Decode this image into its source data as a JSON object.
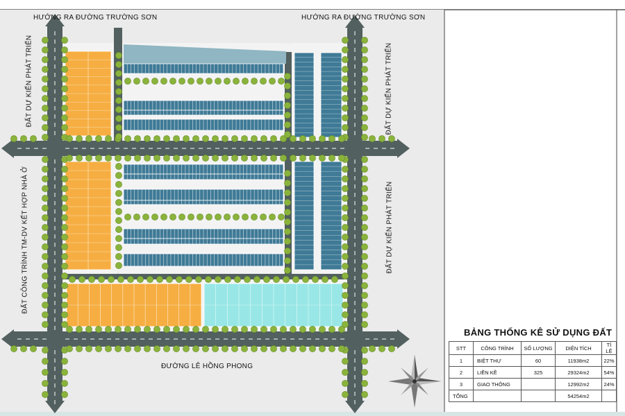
{
  "road_labels": {
    "top_left": "HƯỚNG RA ĐƯỜNG TRƯỜNG SƠN",
    "top_right": "HƯỚNG RA ĐƯỜNG TRƯỜNG SƠN",
    "bottom": "ĐƯỜNG LÊ HỒNG PHONG"
  },
  "area_labels": {
    "left_top": "ĐẤT DỰ KIẾN PHÁT TRIỂN",
    "left_bottom": "ĐẤT CÔNG TRÌNH TM-DV KẾT HỢP NHÀ Ở",
    "right_top": "ĐẤT DỰ KIẾN PHÁT TRIỂN",
    "right_bottom": "ĐẤT DỰ KIẾN PHÁT TRIỂN"
  },
  "colors": {
    "road": "#52605f",
    "road_marking": "#ffffff",
    "villa": "#f6ae42",
    "townhouse": "#3f7a96",
    "townhouse_light": "#8fb6c2",
    "cyan_lot": "#98e7e6",
    "tree": "#8ab33c",
    "sidewalk": "#f3f3f3"
  },
  "stats": {
    "title": "BẢNG THỐNG KÊ SỬ DỤNG ĐẤT",
    "headers": [
      "STT",
      "CÔNG TRÌNH",
      "SỐ LƯỢNG",
      "DIỆN TÍCH",
      "TỈ LỆ"
    ],
    "rows": [
      {
        "stt": "1",
        "name": "BIỆT THỰ",
        "qty": "60",
        "area": "11938m2",
        "ratio": "22%"
      },
      {
        "stt": "2",
        "name": "LIỀN KỀ",
        "qty": "325",
        "area": "29324m2",
        "ratio": "54%"
      },
      {
        "stt": "3",
        "name": "GIAO THÔNG",
        "qty": "",
        "area": "12992m2",
        "ratio": "24%"
      }
    ],
    "total": {
      "label": "TỔNG",
      "area": "54254m2"
    }
  }
}
